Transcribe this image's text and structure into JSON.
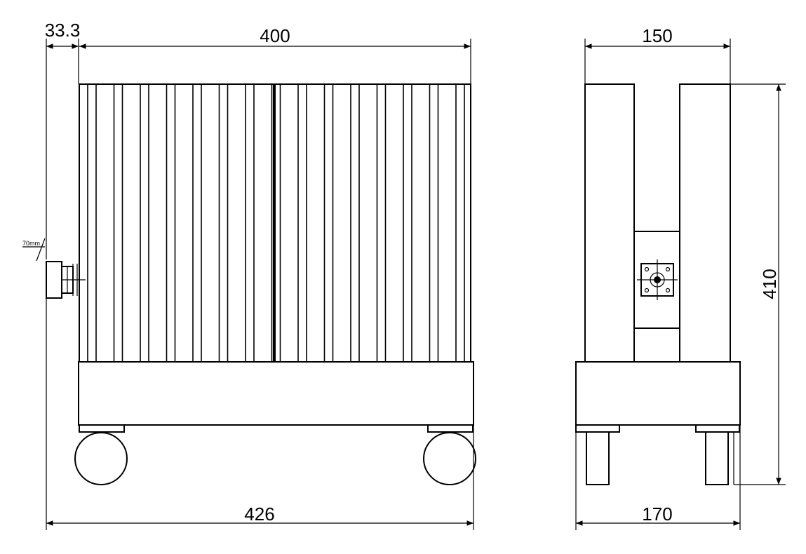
{
  "dimensions": {
    "front_top_offset": "33.3",
    "front_width_top": "400",
    "front_width_total": "426",
    "side_width_top": "150",
    "side_width_total": "170",
    "height": "410"
  },
  "annotation": "70mm"
}
